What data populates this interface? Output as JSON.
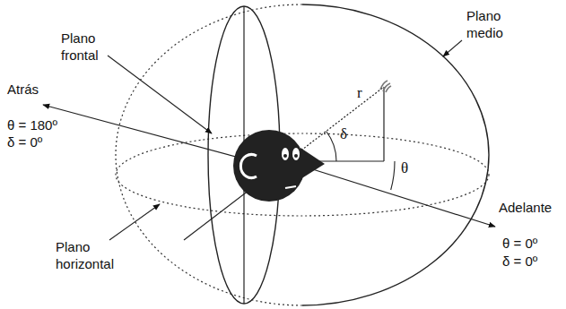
{
  "diagram": {
    "labels": [
      "Plano frontal",
      "Plano medio",
      "Atrás",
      "θ = 180º",
      "δ = 0º",
      "Adelante",
      "θ = 0º",
      "δ = 0º",
      "Plano horizontal",
      "r",
      "δ",
      "θ"
    ]
  }
}
